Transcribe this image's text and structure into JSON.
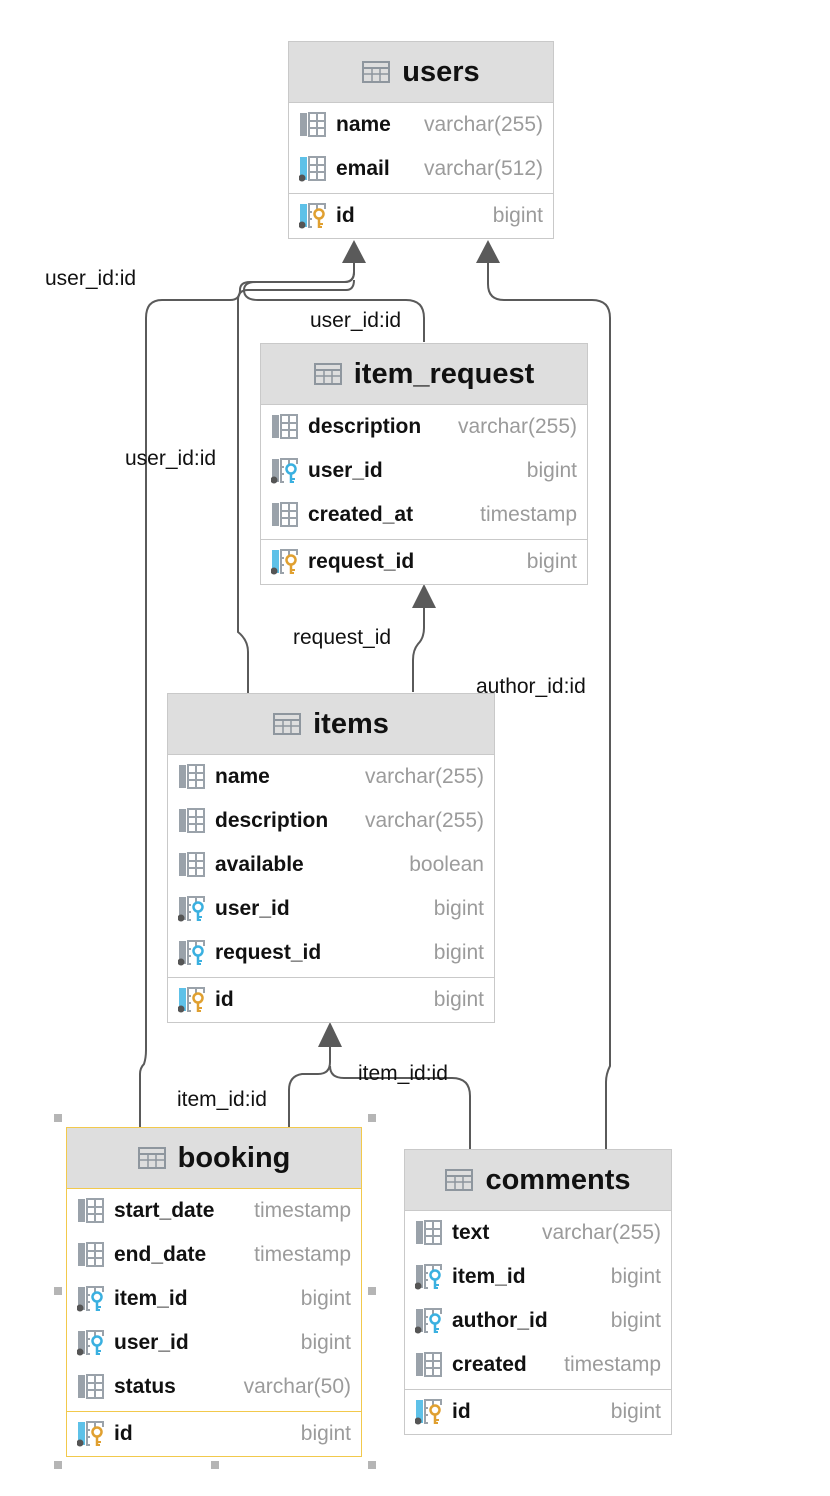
{
  "tables": {
    "users": {
      "name": "users",
      "columns": [
        {
          "name": "name",
          "type": "varchar(255)",
          "icon": "column-icon"
        },
        {
          "name": "email",
          "type": "varchar(512)",
          "icon": "unique-column-icon"
        }
      ],
      "pk": {
        "name": "id",
        "type": "bigint",
        "icon": "primary-key-icon"
      }
    },
    "item_request": {
      "name": "item_request",
      "columns": [
        {
          "name": "description",
          "type": "varchar(255)",
          "icon": "column-icon"
        },
        {
          "name": "user_id",
          "type": "bigint",
          "icon": "foreign-key-icon"
        },
        {
          "name": "created_at",
          "type": "timestamp",
          "icon": "column-icon"
        }
      ],
      "pk": {
        "name": "request_id",
        "type": "bigint",
        "icon": "primary-key-icon"
      }
    },
    "items": {
      "name": "items",
      "columns": [
        {
          "name": "name",
          "type": "varchar(255)",
          "icon": "column-icon"
        },
        {
          "name": "description",
          "type": "varchar(255)",
          "icon": "column-icon"
        },
        {
          "name": "available",
          "type": "boolean",
          "icon": "column-icon"
        },
        {
          "name": "user_id",
          "type": "bigint",
          "icon": "foreign-key-icon"
        },
        {
          "name": "request_id",
          "type": "bigint",
          "icon": "foreign-key-icon"
        }
      ],
      "pk": {
        "name": "id",
        "type": "bigint",
        "icon": "primary-key-icon"
      }
    },
    "booking": {
      "name": "booking",
      "columns": [
        {
          "name": "start_date",
          "type": "timestamp",
          "icon": "column-icon"
        },
        {
          "name": "end_date",
          "type": "timestamp",
          "icon": "column-icon"
        },
        {
          "name": "item_id",
          "type": "bigint",
          "icon": "foreign-key-icon"
        },
        {
          "name": "user_id",
          "type": "bigint",
          "icon": "foreign-key-icon"
        },
        {
          "name": "status",
          "type": "varchar(50)",
          "icon": "column-icon"
        }
      ],
      "pk": {
        "name": "id",
        "type": "bigint",
        "icon": "primary-key-icon"
      }
    },
    "comments": {
      "name": "comments",
      "columns": [
        {
          "name": "text",
          "type": "varchar(255)",
          "icon": "column-icon"
        },
        {
          "name": "item_id",
          "type": "bigint",
          "icon": "foreign-key-icon"
        },
        {
          "name": "author_id",
          "type": "bigint",
          "icon": "foreign-key-icon"
        },
        {
          "name": "created",
          "type": "timestamp",
          "icon": "column-icon"
        }
      ],
      "pk": {
        "name": "id",
        "type": "bigint",
        "icon": "primary-key-icon"
      }
    }
  },
  "relations": [
    {
      "label": "user_id:id",
      "from": "booking",
      "to": "users"
    },
    {
      "label": "user_id:id",
      "from": "items",
      "to": "users"
    },
    {
      "label": "user_id:id",
      "from": "item_request",
      "to": "users"
    },
    {
      "label": "author_id:id",
      "from": "comments",
      "to": "users"
    },
    {
      "label": "request_id",
      "from": "items",
      "to": "item_request"
    },
    {
      "label": "item_id:id",
      "from": "booking",
      "to": "items"
    },
    {
      "label": "item_id:id",
      "from": "comments",
      "to": "items"
    }
  ],
  "selected_table": "booking",
  "colors": {
    "header": "#dedede",
    "border": "#c9c9c9",
    "selection": "#f2c94c",
    "type_text": "#9b9b9b",
    "edge": "#5a5a5a",
    "key_gold": "#e0a030",
    "key_blue": "#3ab0e0",
    "column_icon": "#9aa2aa"
  }
}
